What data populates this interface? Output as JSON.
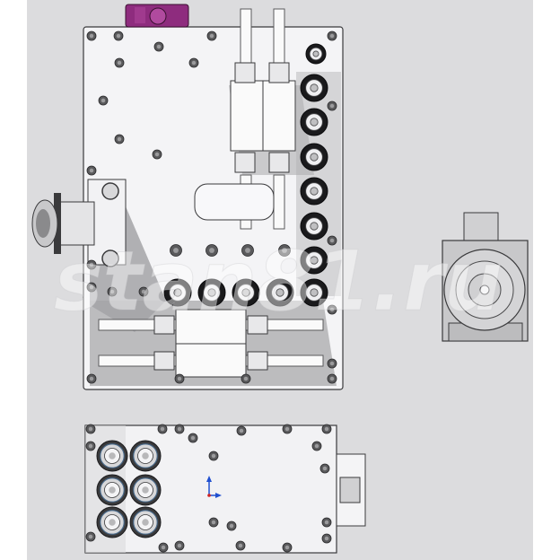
{
  "watermark": {
    "text": "stan81.ru"
  },
  "colors": {
    "page": "#ffffff",
    "canvas": "#dcdcde",
    "plate": "#f4f4f6",
    "shadow": "#9a9a9c",
    "edge": "#3a3a3c",
    "roller": "#1a1a1c",
    "accent": "#8e2c7e",
    "axis": "#2050d0",
    "wmark": "#ffffff"
  },
  "icons": {
    "front": "front-view-assembly",
    "side": "side-view-motor",
    "top": "top-view-plate",
    "origin": "coordinate-triad-icon"
  }
}
